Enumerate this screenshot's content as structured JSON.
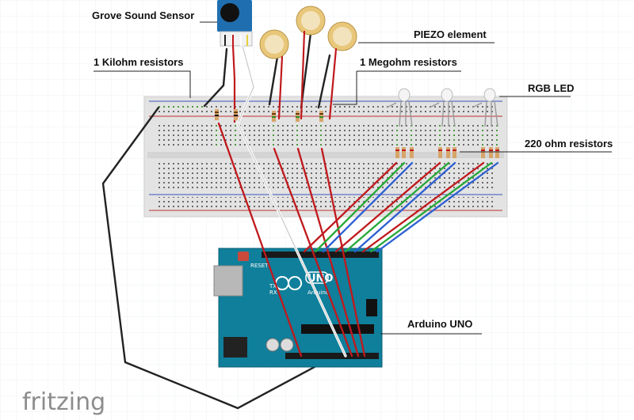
{
  "labels": {
    "grove": "Grove Sound Sensor",
    "kilohm": "1 Kilohm resistors",
    "piezo": "PIEZO element",
    "megohm": "1 Megohm resistors",
    "rgb": "RGB LED",
    "ohm220": "220 ohm resistors",
    "arduino": "Arduino UNO"
  },
  "board": {
    "logo_text": "UNO",
    "brand_text": "Arduino",
    "reset_text": "RESET",
    "tx_text": "TX",
    "rx_text": "RX"
  },
  "watermark": "fritzing",
  "colors": {
    "board": "#0f7f9b",
    "breadboard": "#e6e6e6",
    "wire_red": "#c0191c",
    "wire_green": "#27a839",
    "wire_blue": "#2d5fd1",
    "wire_black": "#222222",
    "piezo_gold": "#e8c77a"
  }
}
